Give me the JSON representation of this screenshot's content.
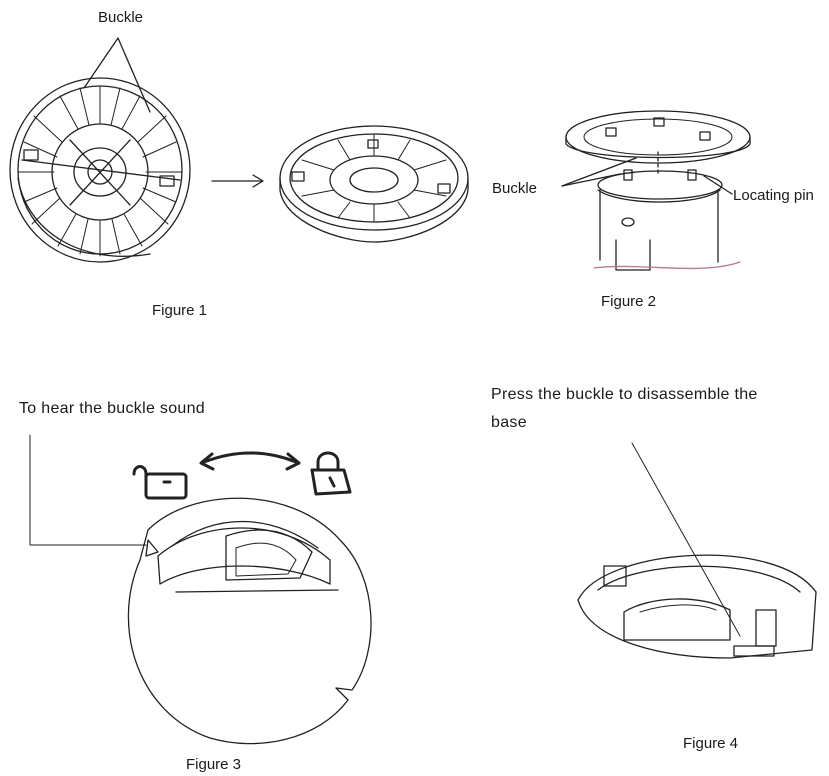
{
  "figure1": {
    "label_buckle": "Buckle",
    "caption": "Figure 1"
  },
  "figure2": {
    "label_buckle": "Buckle",
    "label_pin": "Locating pin",
    "caption": "Figure 2"
  },
  "figure3": {
    "instruction": "To hear the buckle sound",
    "caption": "Figure 3",
    "icons": [
      "unlock-icon",
      "lock-icon"
    ]
  },
  "figure4": {
    "instruction_line1": "Press  the  buckle  to  disassemble  the",
    "instruction_line2": "base",
    "caption": "Figure 4"
  }
}
